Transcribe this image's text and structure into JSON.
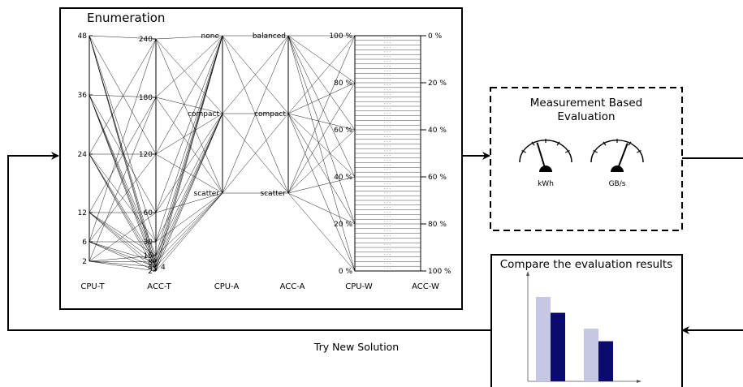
{
  "enumeration": {
    "title": "Enumeration",
    "axes": [
      {
        "key": "cpu_t",
        "label": "CPU-T",
        "ticks": [
          "48",
          "36",
          "24",
          "12",
          "6",
          "2"
        ]
      },
      {
        "key": "acc_t",
        "label": "ACC-T",
        "ticks": [
          "240",
          "180",
          "120",
          "60",
          "30",
          "15",
          "8",
          "4",
          "2"
        ]
      },
      {
        "key": "cpu_a",
        "label": "CPU-A",
        "ticks": [
          "none",
          "compact",
          "scatter"
        ]
      },
      {
        "key": "acc_a",
        "label": "ACC-A",
        "ticks": [
          "balanced",
          "compact",
          "scatter"
        ]
      },
      {
        "key": "cpu_w",
        "label": "CPU-W",
        "ticks": [
          "100 %",
          "80 %",
          "60 %",
          "40 %",
          "20 %",
          "0 %"
        ]
      },
      {
        "key": "acc_w",
        "label": "ACC-W",
        "ticks": [
          "0 %",
          "20 %",
          "40 %",
          "60 %",
          "80 %",
          "100 %"
        ]
      }
    ],
    "extra_tick": "4",
    "dots": "· · ·"
  },
  "measurement": {
    "title_line1": "Measurement Based",
    "title_line2": "Evaluation",
    "gauges": [
      {
        "label": "kWh",
        "needle_deg": -18
      },
      {
        "label": "GB/s",
        "needle_deg": 22
      }
    ]
  },
  "compare": {
    "title": "Compare the evaluation results",
    "bar_groups": [
      {
        "light": 0.8,
        "dark": 0.65
      },
      {
        "light": 0.5,
        "dark": 0.38
      }
    ],
    "colors": {
      "light": "#c5c7e3",
      "dark": "#0b0b6e"
    }
  },
  "loop": {
    "label": "Try New Solution"
  }
}
